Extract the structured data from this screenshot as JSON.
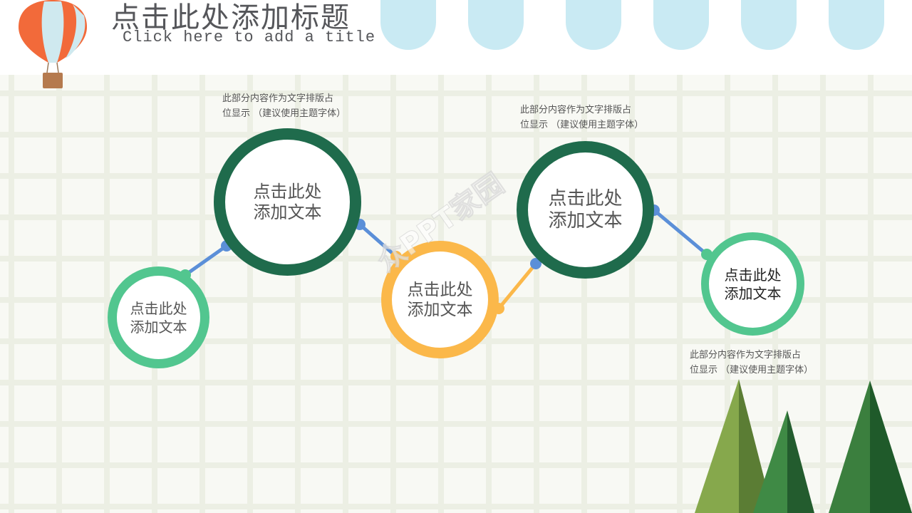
{
  "header": {
    "title_cn": "点击此处添加标题",
    "title_en": "Click here to add a title"
  },
  "nodes": [
    {
      "label": "点击此处\n添加文本",
      "color": "#52c68f"
    },
    {
      "label": "点击此处\n添加文本",
      "color": "#1f6b4c"
    },
    {
      "label": "点击此处\n添加文本",
      "color": "#fbb84a"
    },
    {
      "label": "点击此处\n添加文本",
      "color": "#1f6b4c"
    },
    {
      "label": "点击此处\n添加文本",
      "color": "#52c68f"
    }
  ],
  "notes": [
    "此部分内容作为文字排版占\n位显示 （建议使用主题字体）",
    "此部分内容作为文字排版占\n位显示 （建议使用主题字体）",
    "此部分内容作为文字排版占\n位显示 （建议使用主题字体）"
  ],
  "watermark": "众PPT家园",
  "colors": {
    "connector_blue": "#5b8fd8",
    "connector_orange": "#fbb84a",
    "scallop": "#c9eaf3",
    "balloon_red": "#f26a3a",
    "tree_light": "#7ba046",
    "tree_dark": "#2f6e3a"
  }
}
